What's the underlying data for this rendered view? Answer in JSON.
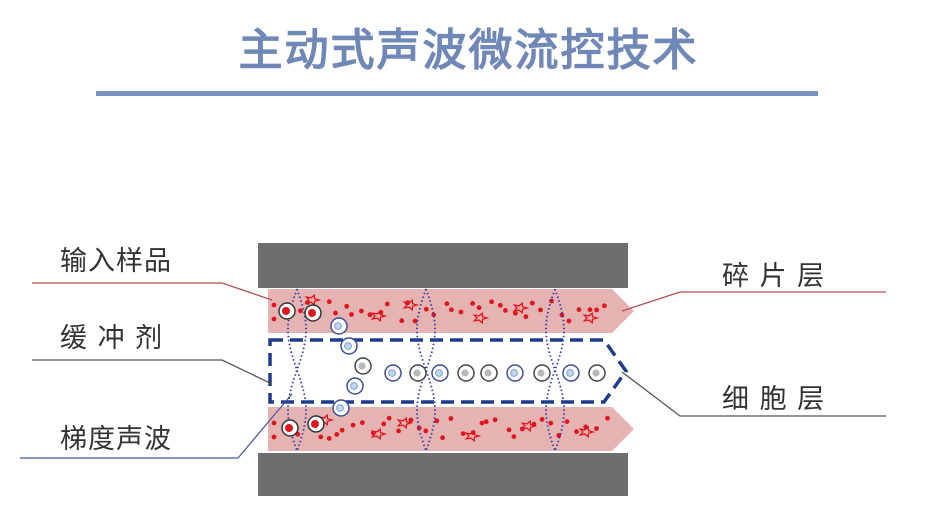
{
  "title": "主动式声波微流控技术",
  "labels": {
    "input_sample": "输入样品",
    "buffer": "缓 冲 剂",
    "acoustic_gradient": "梯度声波",
    "fragment_layer": "碎 片 层",
    "cell_layer": "细 胞 层"
  },
  "colors": {
    "title": "#7088b8",
    "rule": "#7b93c3",
    "wall": "#6e6e6e",
    "sample_channel": "#e6b3b3",
    "buffer_border": "#1f3c8c",
    "wave": "#2f3fa8",
    "red_particle": "#e0161e",
    "leader_red": "#b05050",
    "leader_gray": "#555555"
  }
}
